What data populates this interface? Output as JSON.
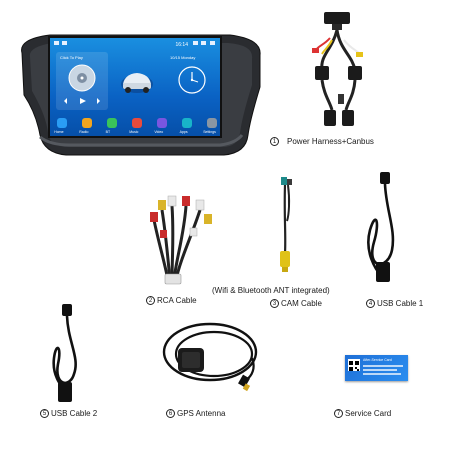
{
  "head_unit": {
    "status_time": "16:14",
    "widgets": {
      "music_label": "Click To Play",
      "clock_label": "10/15 Monday"
    },
    "apps": [
      {
        "label": "Home",
        "color": "#2a9df4"
      },
      {
        "label": "Radio",
        "color": "#f2a51f"
      },
      {
        "label": "BT",
        "color": "#3ac35a"
      },
      {
        "label": "Music",
        "color": "#e94b3c"
      },
      {
        "label": "Video",
        "color": "#7a56e0"
      },
      {
        "label": "Apps",
        "color": "#18b4c9"
      },
      {
        "label": "Settings",
        "color": "#8a96a3"
      }
    ]
  },
  "items": [
    {
      "number": "1",
      "label": "Power Harness+Canbus"
    },
    {
      "number": "2",
      "label": "RCA Cable"
    },
    {
      "number": "3",
      "label": "CAM Cable"
    },
    {
      "number": "4",
      "label": "USB Cable 1"
    },
    {
      "number": "5",
      "label": "USB Cable 2"
    },
    {
      "number": "6",
      "label": "GPS Antenna"
    },
    {
      "number": "7",
      "label": "Service Card"
    }
  ],
  "cam_note": "(Wifi & Bluetooth ANT integrated)",
  "service_card_title": "After-Service Card"
}
